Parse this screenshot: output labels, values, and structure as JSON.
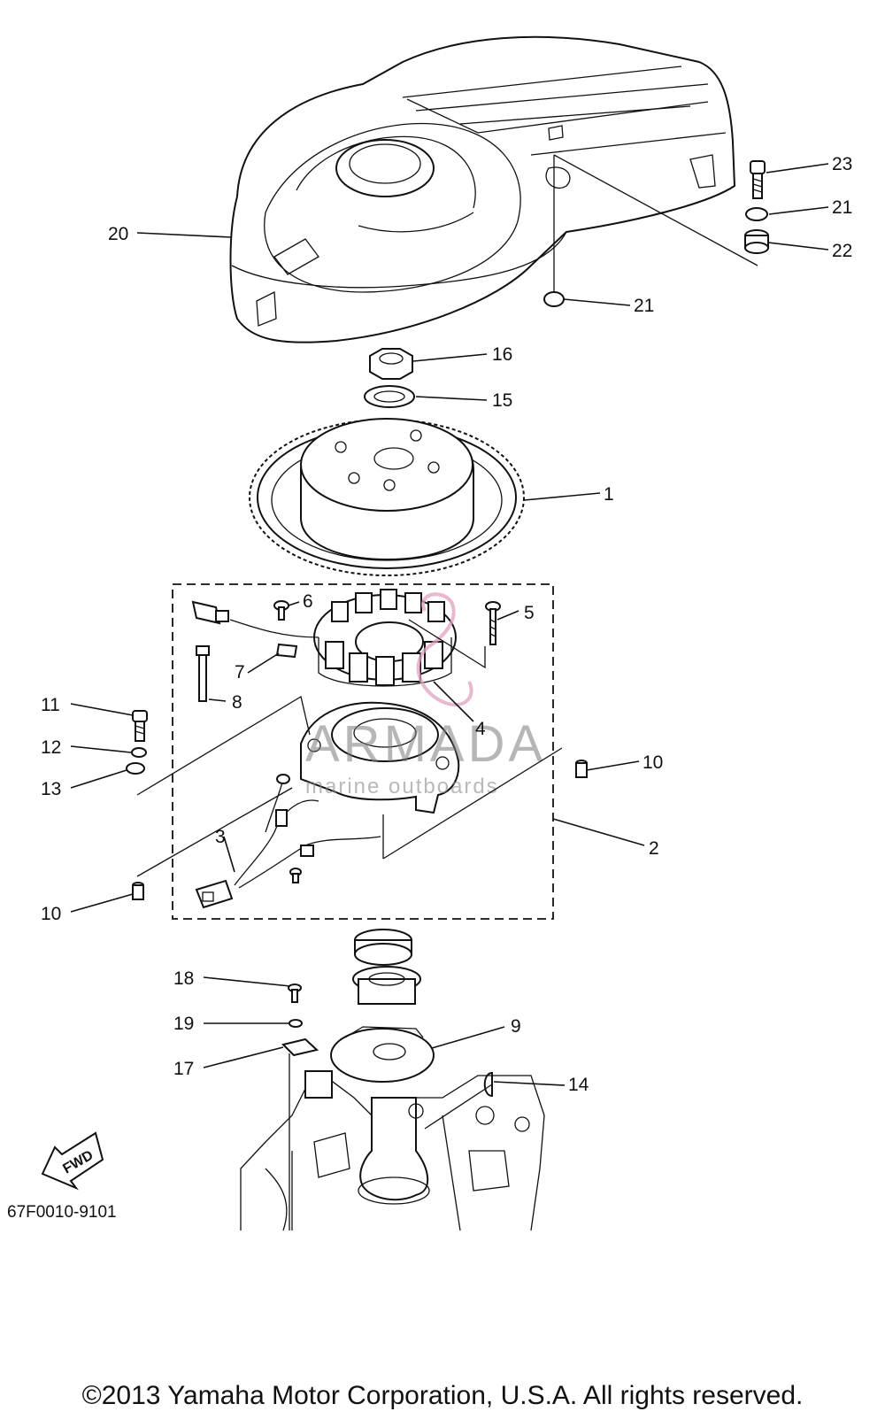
{
  "diagram": {
    "drawing_code": "67F0010-9101",
    "fwd_label": "FWD",
    "watermark": {
      "brand": "ARMADA",
      "tagline": "marine outboards"
    },
    "callouts": [
      {
        "id": "c23",
        "text": "23"
      },
      {
        "id": "c21a",
        "text": "21"
      },
      {
        "id": "c22",
        "text": "22"
      },
      {
        "id": "c20",
        "text": "20"
      },
      {
        "id": "c21b",
        "text": "21"
      },
      {
        "id": "c16",
        "text": "16"
      },
      {
        "id": "c15",
        "text": "15"
      },
      {
        "id": "c1",
        "text": "1"
      },
      {
        "id": "c6",
        "text": "6"
      },
      {
        "id": "c5",
        "text": "5"
      },
      {
        "id": "c7",
        "text": "7"
      },
      {
        "id": "c8",
        "text": "8"
      },
      {
        "id": "c4",
        "text": "4"
      },
      {
        "id": "c11",
        "text": "11"
      },
      {
        "id": "c12",
        "text": "12"
      },
      {
        "id": "c13",
        "text": "13"
      },
      {
        "id": "c10a",
        "text": "10"
      },
      {
        "id": "c3",
        "text": "3"
      },
      {
        "id": "c2",
        "text": "2"
      },
      {
        "id": "c10b",
        "text": "10"
      },
      {
        "id": "c18",
        "text": "18"
      },
      {
        "id": "c9",
        "text": "9"
      },
      {
        "id": "c19",
        "text": "19"
      },
      {
        "id": "c17",
        "text": "17"
      },
      {
        "id": "c14",
        "text": "14"
      }
    ]
  },
  "footer": {
    "copyright": "©2013 Yamaha Motor Corporation, U.S.A. All rights reserved."
  }
}
